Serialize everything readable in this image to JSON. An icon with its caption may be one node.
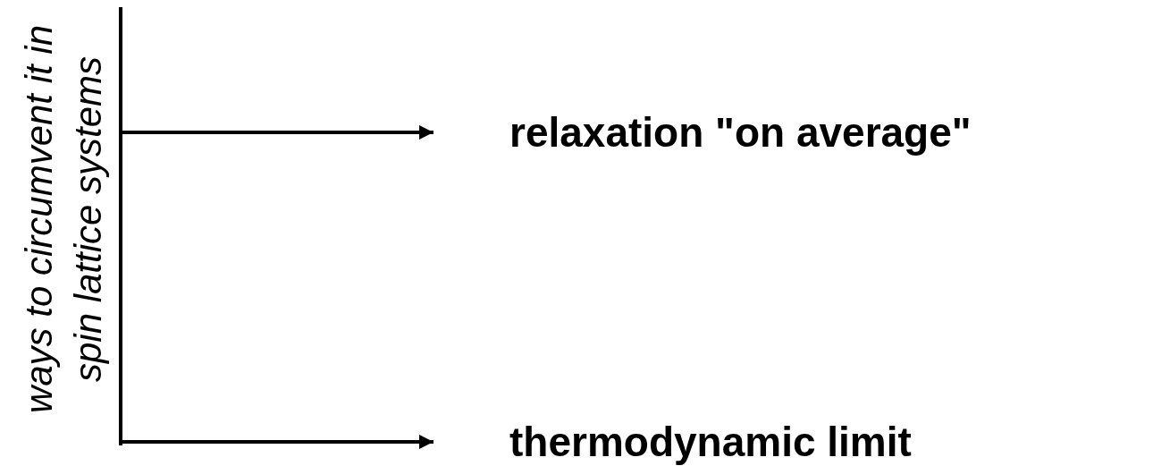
{
  "diagram": {
    "nodes": [
      {
        "text": [
          "ways to circumvent it in spin lattice systems"
        ]
      },
      {
        "text": [
          "relaxation \"on average\""
        ]
      },
      {
        "text": [
          "thermodynamic limit"
        ]
      }
    ],
    "edges": [
      {
        "from": 0,
        "to": 1,
        "arrow": "to"
      },
      {
        "from": 0,
        "to": 2,
        "arrow": "to"
      }
    ]
  }
}
